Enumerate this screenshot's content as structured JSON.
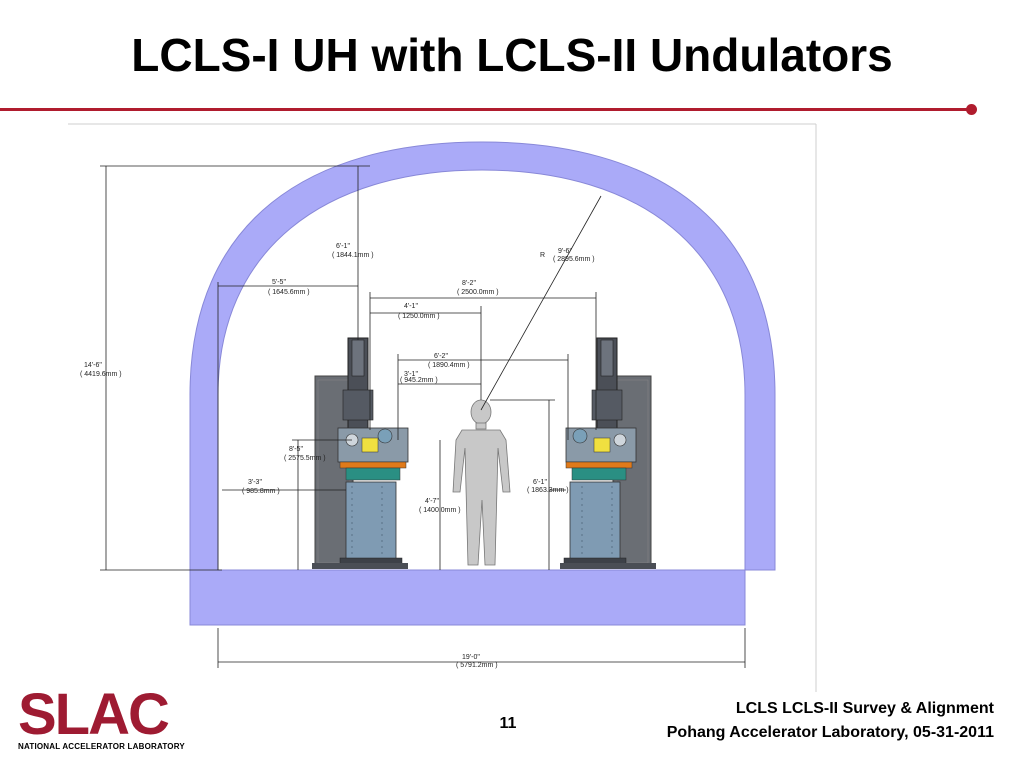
{
  "slide": {
    "title": "LCLS-I UH with LCLS-II Undulators",
    "page_number": "11",
    "footer_line1": "LCLS LCLS-II Survey & Alignment",
    "footer_line2": "Pohang Accelerator Laboratory, 05-31-2011"
  },
  "logo": {
    "text": "SLAC",
    "subtitle": "NATIONAL ACCELERATOR LABORATORY"
  },
  "colors": {
    "accent": "#b01c2e",
    "tunnel": "#aaaaf8",
    "cabinet": "#6a6e74"
  },
  "dimensions": {
    "height_total": [
      "14'-6\"",
      "( 4419.6mm )"
    ],
    "height_top": [
      "6'-1\"",
      "( 1844.1mm )"
    ],
    "radius_label": "R",
    "radius": [
      "9'-6\"",
      "( 2895.6mm )"
    ],
    "left_offset": [
      "5'-5\"",
      "( 1645.6mm )"
    ],
    "beam_spacing": [
      "8'-2\"",
      "( 2500.0mm )"
    ],
    "half_spacing": [
      "4'-1\"",
      "( 1250.0mm )"
    ],
    "clearance": [
      "6'-2\"",
      "( 1890.4mm )"
    ],
    "half_clearance": [
      "3'-1\"",
      "( 945.2mm )"
    ],
    "beam_height": [
      "8'-5\"",
      "( 2575.5mm )"
    ],
    "wall_offset": [
      "3'-3\"",
      "( 985.8mm )"
    ],
    "person_height": [
      "6'-1\"",
      "( 1863.3mm )"
    ],
    "floor_to_beam": [
      "4'-7\"",
      "( 1400.0mm )"
    ],
    "width_total": [
      "19'-0\"",
      "( 5791.2mm )"
    ]
  }
}
